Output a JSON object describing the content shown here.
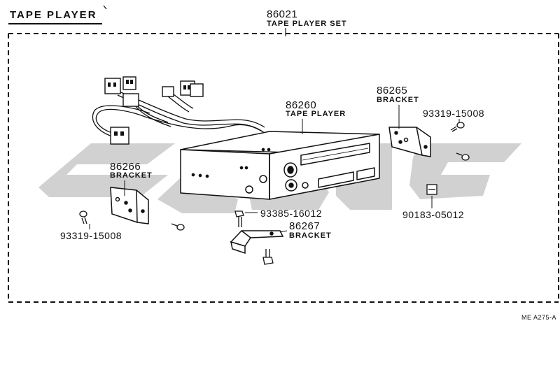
{
  "section_title": "TAPE PLAYER",
  "diagram_code": "ME  A275-A",
  "set": {
    "part_number": "86021",
    "name": "TAPE PLAYER SET"
  },
  "parts": {
    "tape_player": {
      "part_number": "86260",
      "name": "TAPE PLAYER"
    },
    "bracket_right": {
      "part_number": "86265",
      "name": "BRACKET"
    },
    "bracket_left": {
      "part_number": "86266",
      "name": "BRACKET"
    },
    "bracket_bottom": {
      "part_number": "86267",
      "name": "BRACKET"
    },
    "screw_right": {
      "part_number": "93319-15008"
    },
    "screw_left": {
      "part_number": "93319-15008"
    },
    "bolt_center": {
      "part_number": "93385-16012"
    },
    "clip_nut": {
      "part_number": "90183-05012"
    }
  },
  "colors": {
    "line": "#111111",
    "watermark": "#c9c9c9"
  }
}
